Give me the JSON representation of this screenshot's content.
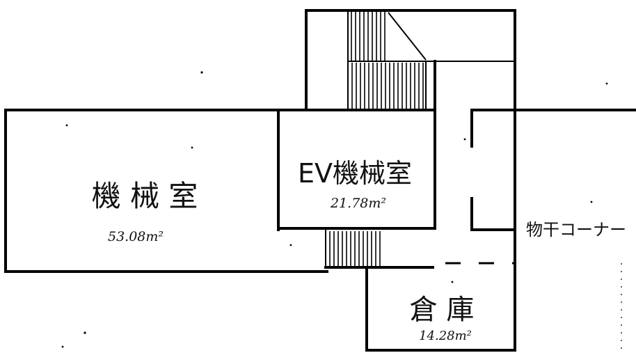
{
  "rooms": {
    "machine_room": {
      "name": "機 械 室",
      "area": "53.08m²"
    },
    "ev_machine_room": {
      "name": "EV機械室",
      "area": "21.78m²"
    },
    "drying_corner": {
      "name": "物干コーナー"
    },
    "storage": {
      "name": "倉 庫",
      "area": "14.28m²"
    }
  },
  "colors": {
    "line": "#000000",
    "background": "#ffffff"
  }
}
